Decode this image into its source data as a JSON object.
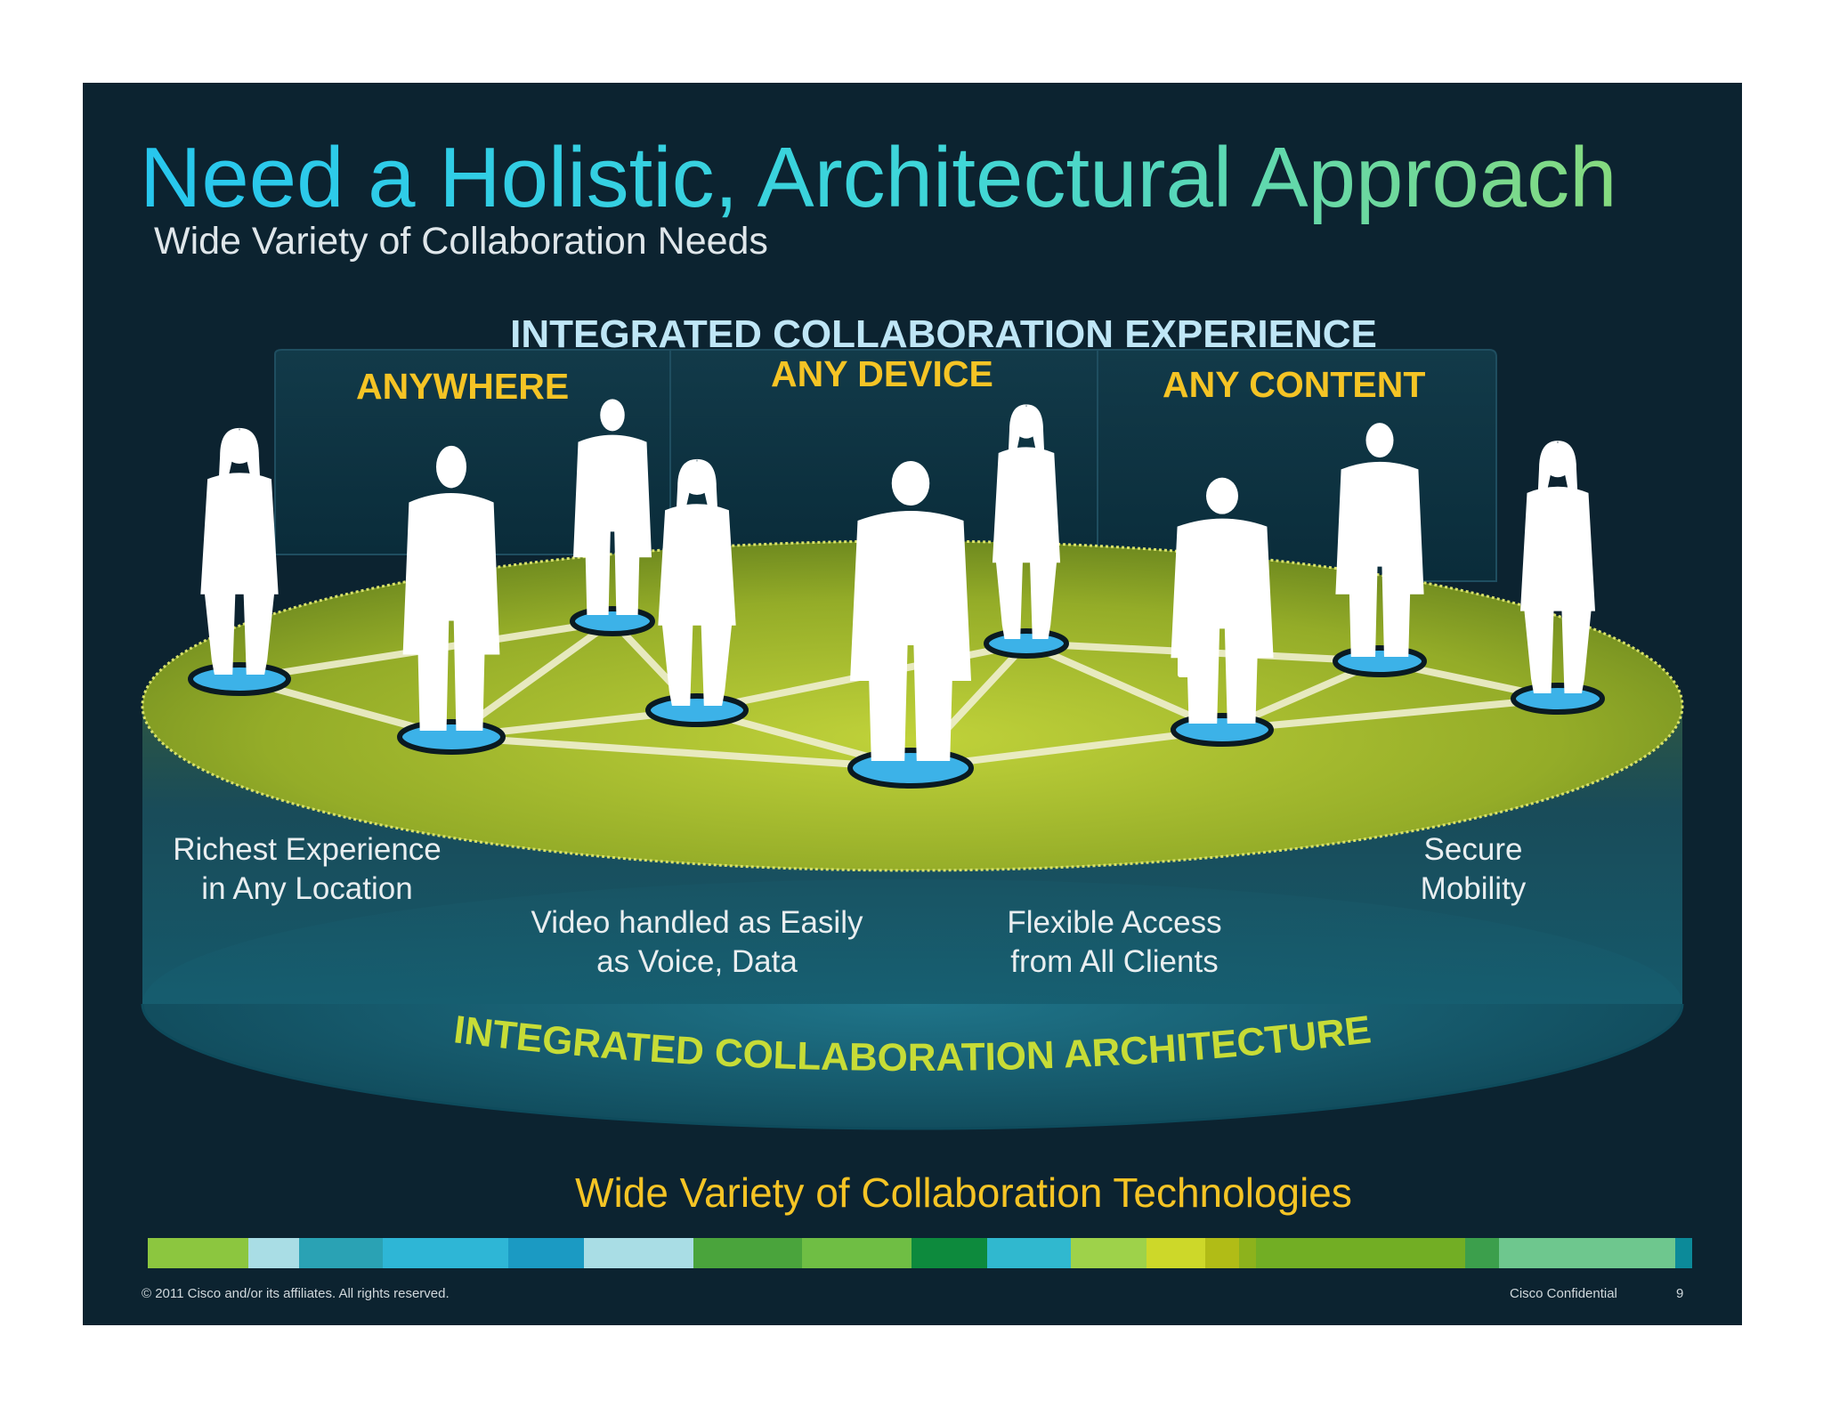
{
  "title": "Need a Holistic, Architectural Approach",
  "subtitle": "Wide Variety of Collaboration Needs",
  "experience_label": "INTEGRATED COLLABORATION EXPERIENCE",
  "categories": [
    "ANYWHERE",
    "ANY DEVICE",
    "ANY CONTENT"
  ],
  "benefits": {
    "richest": [
      "Richest Experience",
      "in Any Location"
    ],
    "video": [
      "Video handled as Easily",
      "as Voice, Data"
    ],
    "flexible": [
      "Flexible Access",
      "from All Clients"
    ],
    "secure": [
      "Secure",
      "Mobility"
    ]
  },
  "architecture_label": "INTEGRATED COLLABORATION ARCHITECTURE",
  "bottom_tagline": "Wide Variety of Collaboration Technologies",
  "footer": {
    "copyright": "© 2011 Cisco and/or its affiliates. All rights reserved.",
    "confidential": "Cisco Confidential",
    "page_number": "9"
  },
  "colors": {
    "background": "#0c2330",
    "platform_top": "#8fa726",
    "platform_body": "#1b5a68",
    "accent_yellow": "#f5c425",
    "person_base": "#3cb2e8",
    "person": "#ffffff"
  },
  "color_strip": [
    "#8cc63f",
    "#a9dde5",
    "#2aa2b4",
    "#2eb6d6",
    "#1b9ac3",
    "#a9dde5",
    "#4aa43c",
    "#6fbe44",
    "#0d8a3d",
    "#30b8cf",
    "#9ed24a",
    "#cdd829",
    "#b1bc16",
    "#8db21c",
    "#72ae24",
    "#3c9f4c",
    "#6ec78e",
    "#0c8a99"
  ]
}
